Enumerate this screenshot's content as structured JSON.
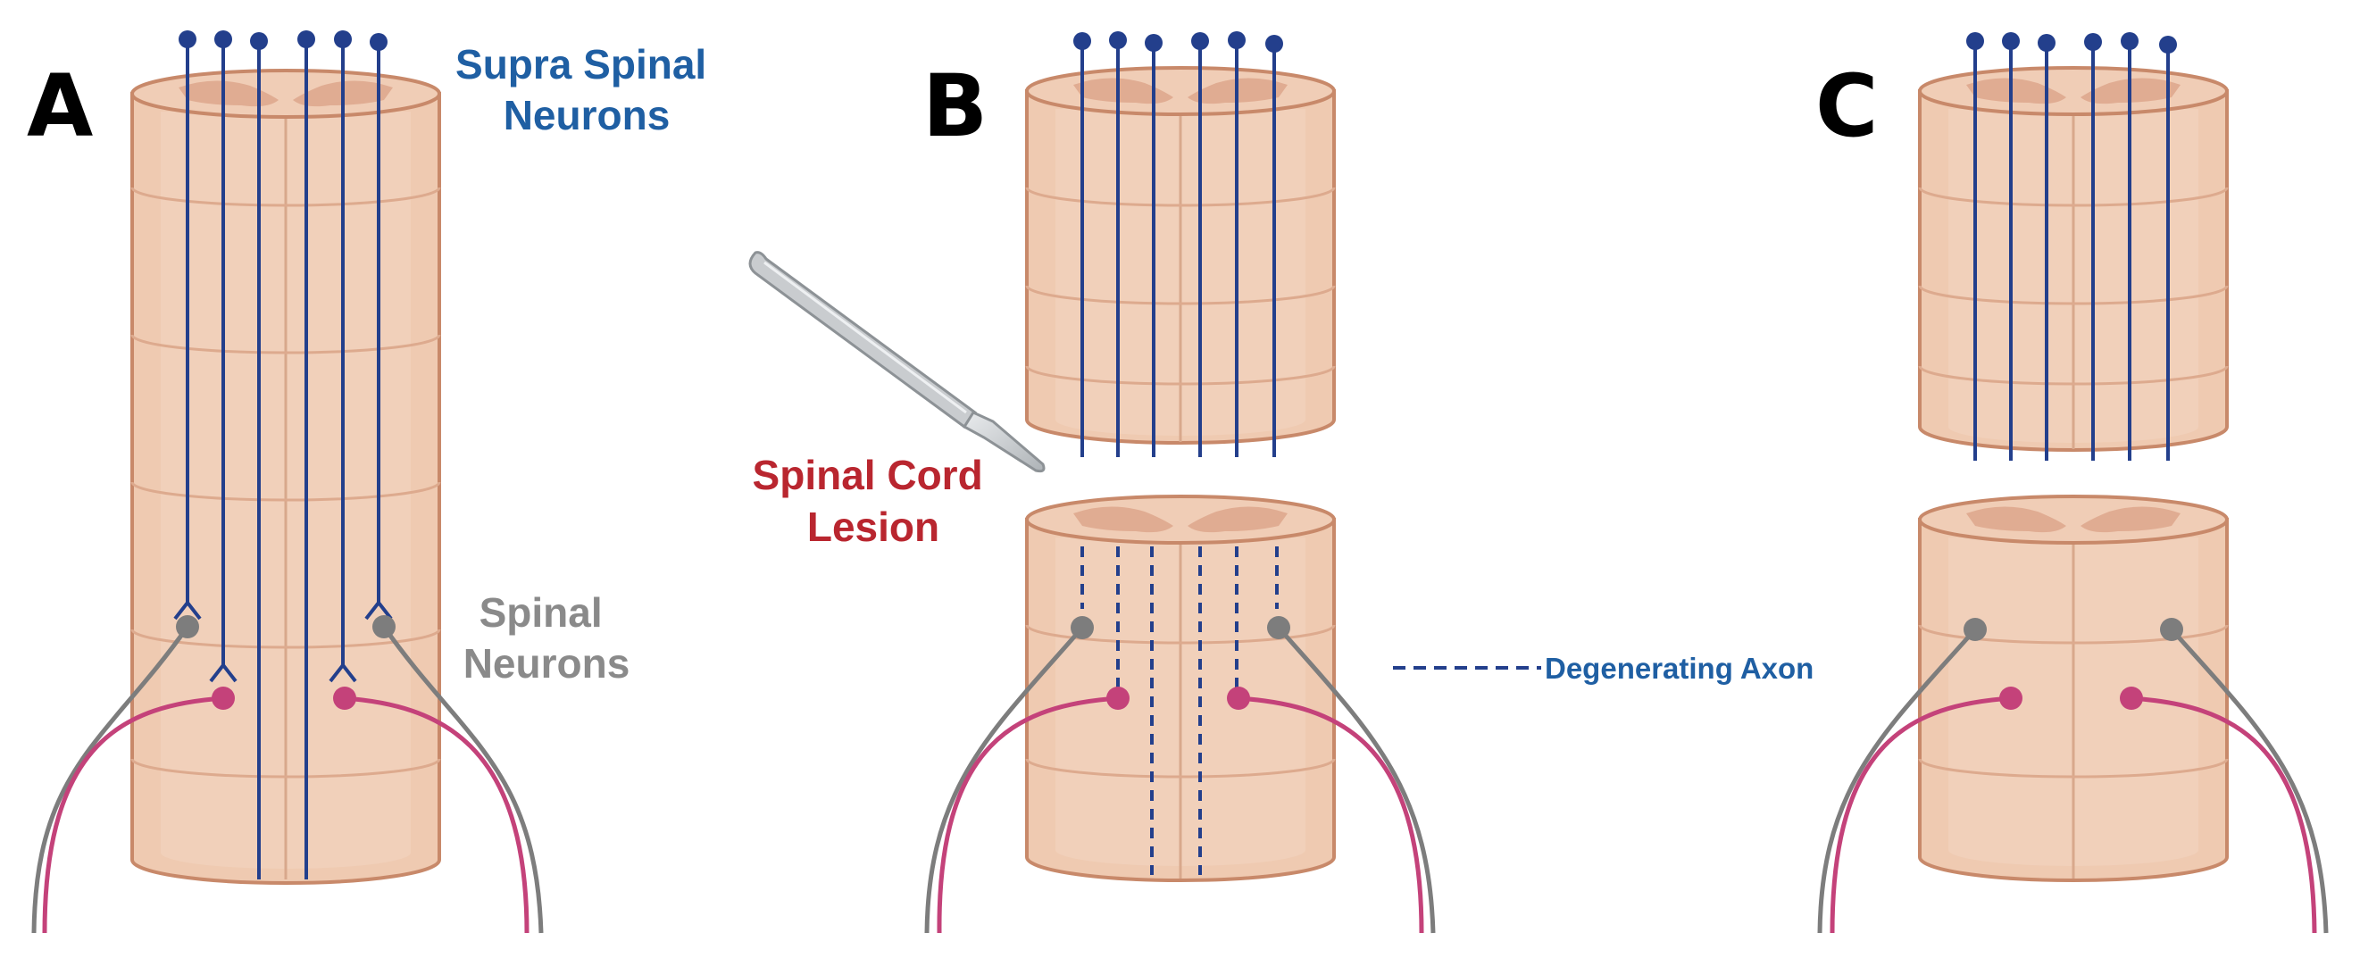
{
  "panels": {
    "a": {
      "letter": "A"
    },
    "b": {
      "letter": "B"
    },
    "c": {
      "letter": "C"
    }
  },
  "labels": {
    "supra_spinal": [
      "Supra Spinal",
      "Neurons"
    ],
    "spinal": [
      "Spinal",
      "Neurons"
    ],
    "lesion": [
      "Spinal Cord",
      "Lesion"
    ]
  },
  "legend": {
    "degenerating_axon": "Degenerating Axon"
  },
  "colors": {
    "tissue": "#efcab1",
    "tissue_light": "#f2d5c1",
    "tissue_outline": "#c8896a",
    "gray_matter": "#e0ac92",
    "axon": "#233f8c",
    "spinal_neuron": "#7d7d7d",
    "sensory_neuron": "#c4427a",
    "scalpel": "#c9cccf"
  }
}
